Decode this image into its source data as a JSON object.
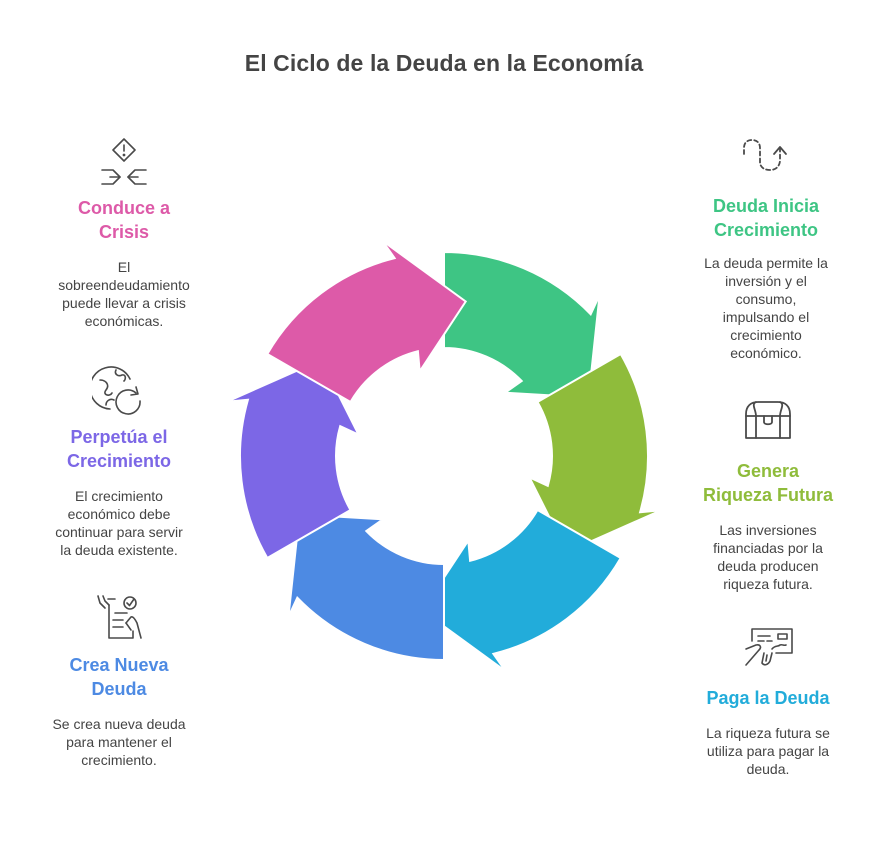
{
  "title": "El Ciclo de la Deuda en la Economía",
  "steps": [
    {
      "id": "inicia",
      "heading": "Deuda Inicia Crecimiento",
      "heading_lines": [
        "Deuda Inicia",
        "Crecimiento"
      ],
      "description_lines": [
        "La deuda permite la",
        "inversión y el",
        "consumo,",
        "impulsando el",
        "crecimiento",
        "económico."
      ],
      "color": "#3EC584",
      "icon": "dashed-path-arrow-up-icon"
    },
    {
      "id": "riqueza",
      "heading": "Genera Riqueza Futura",
      "heading_lines": [
        "Genera",
        "Riqueza Futura"
      ],
      "description_lines": [
        "Las inversiones",
        "financiadas por la",
        "deuda producen",
        "riqueza futura."
      ],
      "color": "#8FBC3B",
      "icon": "treasure-chest-icon"
    },
    {
      "id": "paga",
      "heading": "Paga la Deuda",
      "heading_lines": [
        "Paga la Deuda"
      ],
      "description_lines": [
        "La riqueza futura se",
        "utiliza para pagar la",
        "deuda."
      ],
      "color": "#22ACDA",
      "icon": "signing-check-icon"
    },
    {
      "id": "nueva",
      "heading": "Crea Nueva Deuda",
      "heading_lines": [
        "Crea Nueva",
        "Deuda"
      ],
      "description_lines": [
        "Se crea nueva deuda",
        "para mantener el",
        "crecimiento."
      ],
      "color": "#4D8AE3",
      "icon": "approved-document-hands-icon"
    },
    {
      "id": "perp",
      "heading": "Perpetúa el Crecimiento",
      "heading_lines": [
        "Perpetúa el",
        "Crecimiento"
      ],
      "description_lines": [
        "El crecimiento",
        "económico debe",
        "continuar para servir",
        "la deuda existente."
      ],
      "color": "#7C67E6",
      "icon": "globe-refresh-icon"
    },
    {
      "id": "crisis",
      "heading": "Conduce a Crisis",
      "heading_lines": [
        "Conduce a",
        "Crisis"
      ],
      "description_lines": [
        "El",
        "sobreendeudamiento",
        "puede llevar a crisis",
        "económicas."
      ],
      "color": "#DD5AA8",
      "icon": "warning-collision-icon"
    }
  ]
}
